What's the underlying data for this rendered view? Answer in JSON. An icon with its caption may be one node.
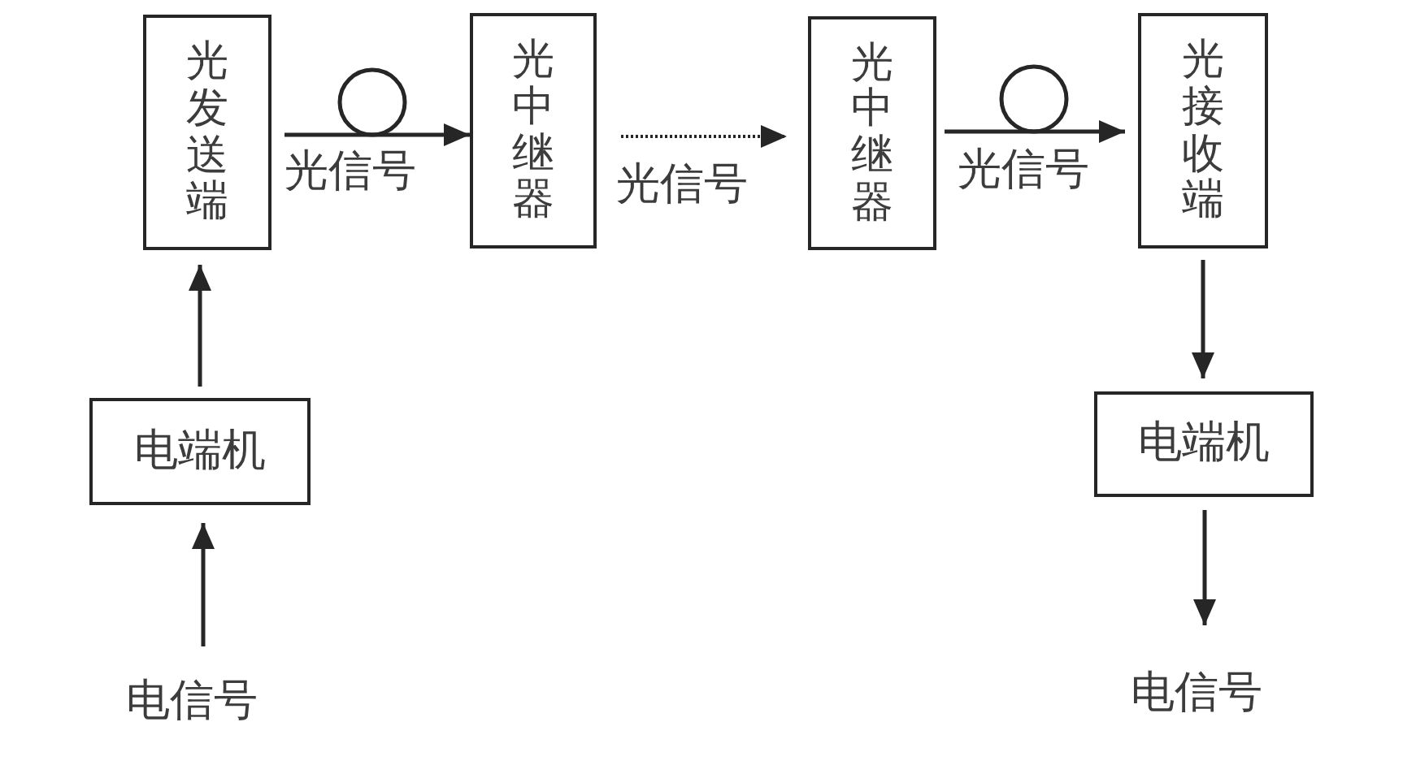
{
  "diagram": {
    "nodes": [
      {
        "text": [
          "光发送端"
        ]
      },
      {
        "text": [
          "光中继器"
        ]
      },
      {
        "text": [
          "光中继器"
        ]
      },
      {
        "text": [
          "光接收端"
        ]
      },
      {
        "text": [
          "电端机"
        ]
      },
      {
        "text": [
          "电端机"
        ]
      },
      {
        "text": [
          "电信号"
        ]
      },
      {
        "text": [
          "电信号"
        ]
      }
    ],
    "edges": [
      {
        "from": 0,
        "to": 1,
        "arrow": "to",
        "label": "光信号"
      },
      {
        "from": 1,
        "to": 2,
        "arrow": "to",
        "label": "光信号",
        "style": "dashed"
      },
      {
        "from": 2,
        "to": 3,
        "arrow": "to",
        "label": "光信号"
      },
      {
        "from": 4,
        "to": 0,
        "arrow": "to"
      },
      {
        "from": 6,
        "to": 4,
        "arrow": "to"
      },
      {
        "from": 3,
        "to": 5,
        "arrow": "to"
      },
      {
        "from": 5,
        "to": 7,
        "arrow": "to"
      }
    ]
  }
}
